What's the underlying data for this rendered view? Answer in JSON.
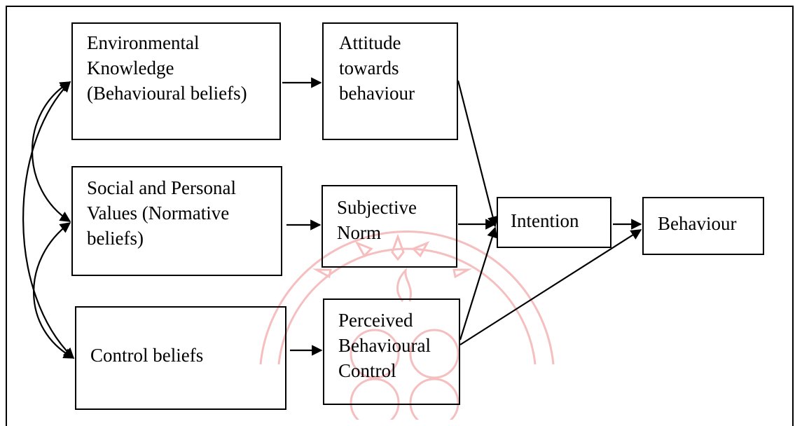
{
  "nodes": {
    "env_knowledge": "Environmental\nKnowledge\n(Behavioural beliefs)",
    "attitude": "Attitude\ntowards\nbehaviour",
    "social_values": "Social and Personal\nValues (Normative\nbeliefs)",
    "subjective_norm": "Subjective\nNorm",
    "control_beliefs": "Control beliefs",
    "perceived_control": "Perceived\nBehavioural\nControl",
    "intention": "Intention",
    "behaviour": "Behaviour"
  },
  "edges": [
    {
      "from": "env_knowledge",
      "to": "attitude"
    },
    {
      "from": "social_values",
      "to": "subjective_norm"
    },
    {
      "from": "control_beliefs",
      "to": "perceived_control"
    },
    {
      "from": "attitude",
      "to": "intention"
    },
    {
      "from": "subjective_norm",
      "to": "intention"
    },
    {
      "from": "perceived_control",
      "to": "intention"
    },
    {
      "from": "perceived_control",
      "to": "behaviour"
    },
    {
      "from": "intention",
      "to": "behaviour"
    },
    {
      "from": "env_knowledge",
      "to": "social_values",
      "bidirectional": true
    },
    {
      "from": "env_knowledge",
      "to": "control_beliefs",
      "bidirectional": true
    },
    {
      "from": "social_values",
      "to": "control_beliefs",
      "bidirectional": true
    }
  ],
  "colors": {
    "line": "#000000",
    "watermark": "#e8484a"
  }
}
